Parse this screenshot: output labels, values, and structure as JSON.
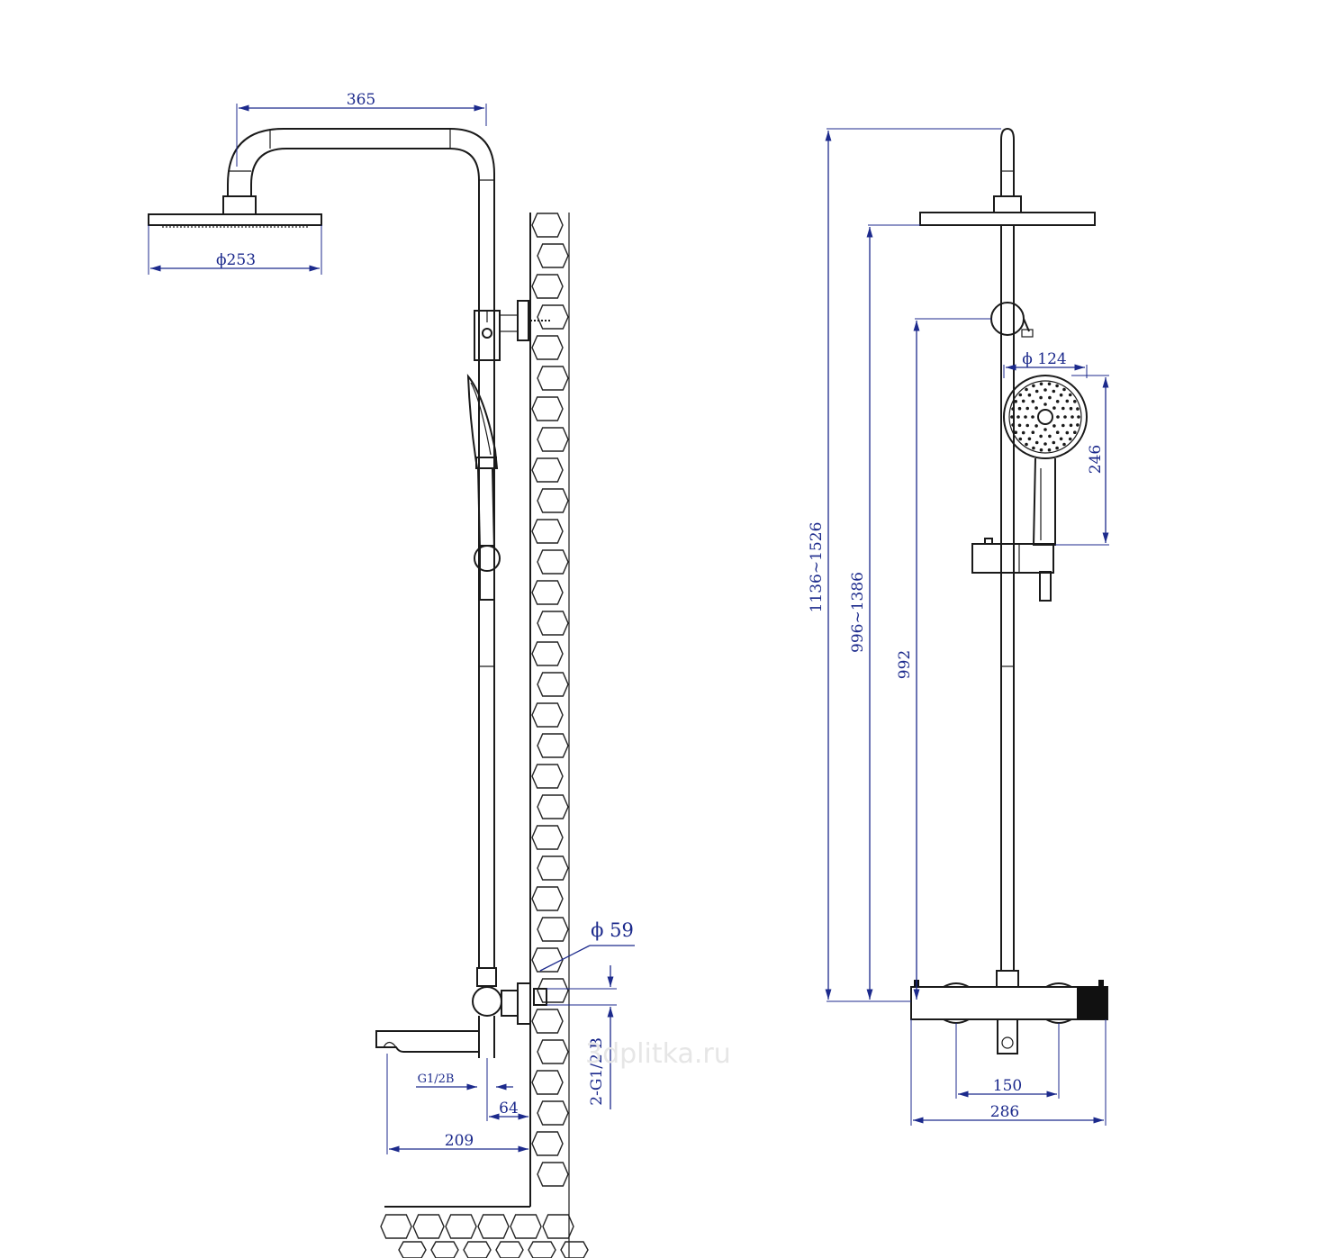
{
  "watermark": "3dplitka.ru",
  "side_view": {
    "dim_width": "365",
    "dim_head_diameter": "ϕ253",
    "dim_diverter_diameter": "ϕ 59",
    "dim_inlet_left": "G1/2B",
    "dim_offset": "64",
    "dim_spout": "209",
    "dim_inlet_right": "2-G1/2 B"
  },
  "front_view": {
    "dim_total_height": "1136~1526",
    "dim_head_height": "996~1386",
    "dim_holder_height": "992",
    "dim_hand_diameter": "ϕ 124",
    "dim_hand_length": "246",
    "dim_center_distance": "150",
    "dim_body_width": "286"
  },
  "colors": {
    "line": "#1a1a1a",
    "dimension": "#1c2a8c",
    "watermark": "#e6e6e6"
  }
}
